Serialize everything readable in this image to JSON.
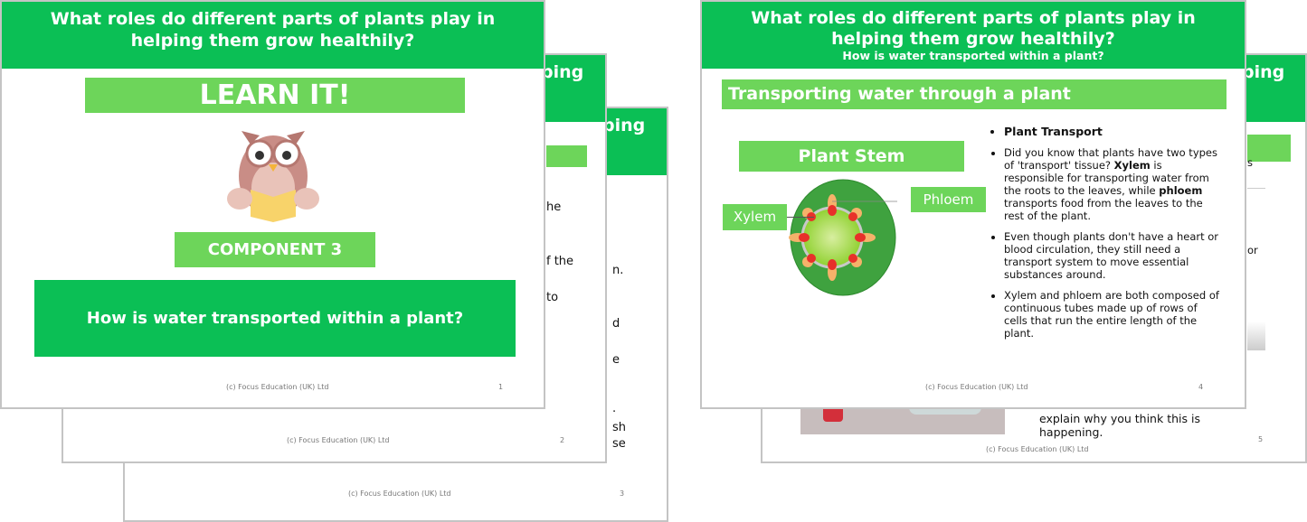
{
  "slide_title": "What roles do different parts of plants play in helping them grow healthily?",
  "title_fragment": "ping",
  "footer": "(c) Focus Education (UK) Ltd",
  "slides": {
    "s1": {
      "learn": "LEARN IT!",
      "component": "COMPONENT 3",
      "question": "How is water transported within a plant?",
      "num": "1"
    },
    "s2": {
      "num": "2",
      "frags": [
        "he",
        "f the",
        "to"
      ]
    },
    "s3": {
      "num": "3",
      "frags": [
        "n.",
        "d",
        "e",
        ".",
        "sh",
        "se"
      ]
    },
    "s4": {
      "subtitle": "How is water transported within a plant?",
      "heading": "Transporting water through a plant",
      "stem": "Plant Stem",
      "xylem": "Xylem",
      "phloem": "Phloem",
      "b1": "Plant Transport",
      "b2a": "Did you know that plants have two types of 'transport' tissue? ",
      "b2x": "Xylem",
      "b2b": " is responsible for transporting water from the roots to the leaves, while ",
      "b2p": "phloem",
      "b2c": " transports food from the leaves to the rest of the plant.",
      "b3": "Even though plants don't have a heart or blood circulation, they still need a transport system to move essential substances around.",
      "b4": "Xylem and phloem are both composed of continuous tubes made up of rows of cells that run the entire length of the plant.",
      "num": "4"
    },
    "s5": {
      "frag1": "explain why you think this is",
      "frag2": "happening.",
      "frag3": "s",
      "frag4": "or",
      "num": "5"
    }
  },
  "colors": {
    "header": "#0bbf55",
    "bar": "#6dd55a"
  }
}
